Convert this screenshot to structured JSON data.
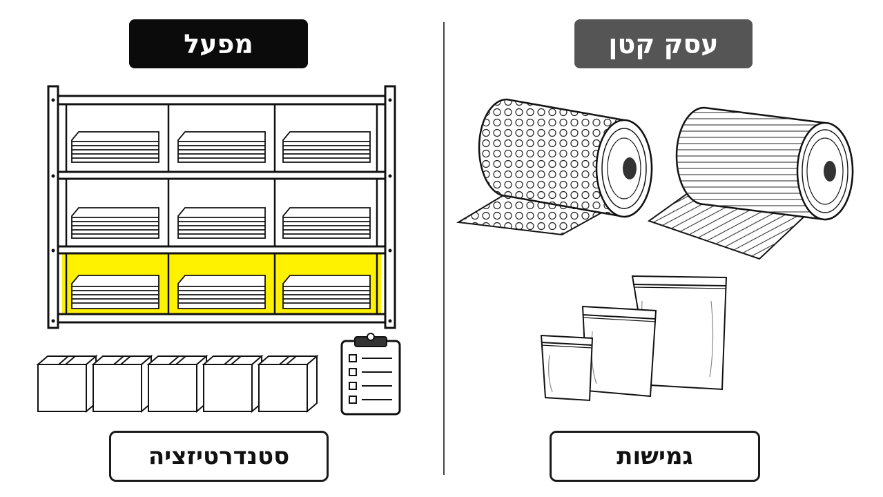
{
  "left_panel": {
    "title": "מפעל",
    "title_bg": "#0b0b0b",
    "label": "סטנדרטיזציה",
    "highlight_color": "#fff200"
  },
  "right_panel": {
    "title": "עסק קטן",
    "title_bg": "#555555",
    "label": "גמישות"
  },
  "icons": {
    "left": [
      "shelving-unit-icon",
      "cardboard-box-icon",
      "clipboard-checklist-icon"
    ],
    "right": [
      "bubble-wrap-roll-icon",
      "corrugated-roll-icon",
      "zip-bag-icon"
    ]
  }
}
